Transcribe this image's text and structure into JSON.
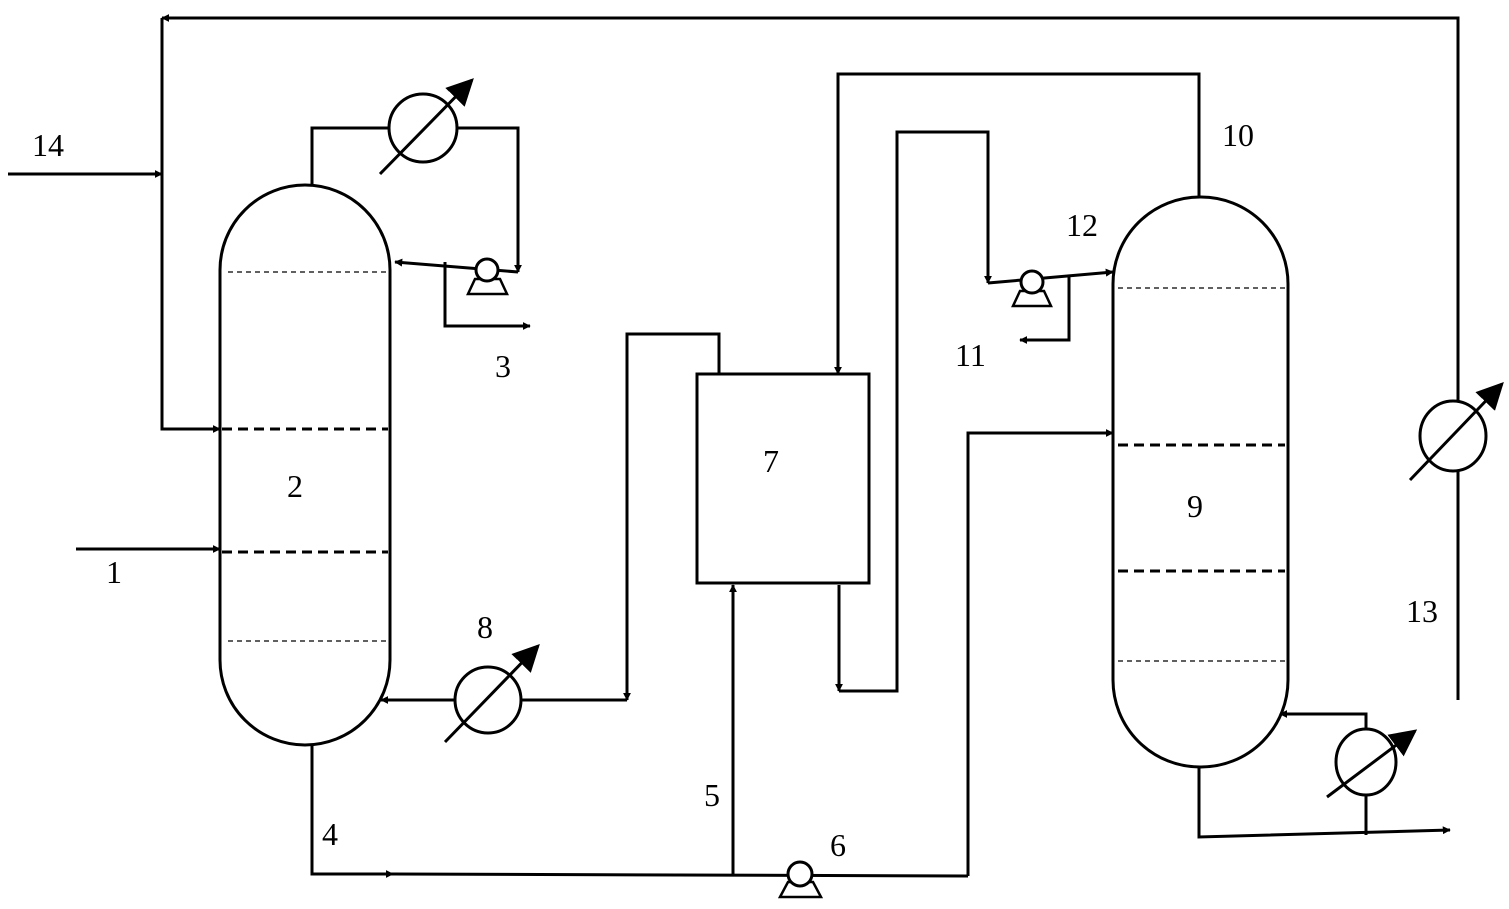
{
  "labels": {
    "feed_1": "1",
    "column_2": "2",
    "distillate_3": "3",
    "bottoms_4": "4",
    "line_5": "5",
    "pump_6": "6",
    "reactor_7": "7",
    "heater_8": "8",
    "column_9": "9",
    "overhead_10": "10",
    "distillate_11": "11",
    "reflux_12": "12",
    "recycle_13": "13",
    "feed_14": "14"
  }
}
